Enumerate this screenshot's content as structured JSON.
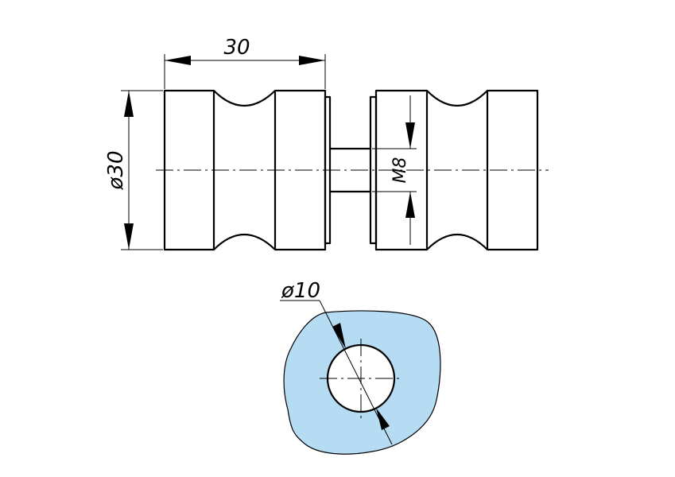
{
  "dimensions": {
    "length": "30",
    "outer_diameter": "ø30",
    "thread": "M8",
    "hole_diameter": "ø10"
  },
  "colors": {
    "section_fill": "#b6dcf4",
    "line": "#000000"
  }
}
